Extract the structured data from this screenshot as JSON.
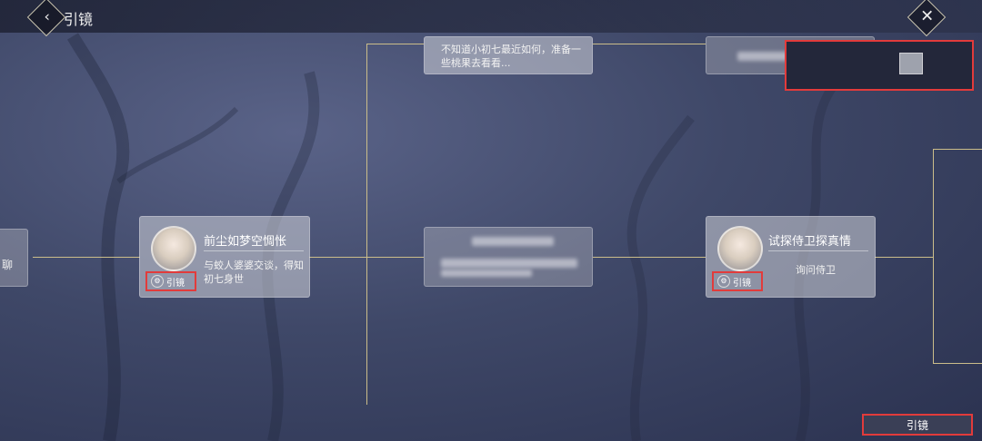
{
  "header": {
    "title": "引镜"
  },
  "icons": {
    "back": "chevron-left-icon",
    "close": "close-icon",
    "tag": "gear-icon"
  },
  "left_partial": {
    "text": "聊"
  },
  "card_left": {
    "title": "前尘如梦空惆怅",
    "desc": "与蛟人婆婆交谈，得知初七身世",
    "tag": "引镜"
  },
  "card_top": {
    "text": "不知道小初七最近如何，准备一些桃果去看看..."
  },
  "card_right": {
    "title": "试探侍卫探真情",
    "desc": "询问侍卫",
    "tag": "引镜"
  },
  "bottom": {
    "button_label": "引镜"
  },
  "colors": {
    "highlight": "#e23b3b",
    "connector": "#cbbd8a"
  }
}
